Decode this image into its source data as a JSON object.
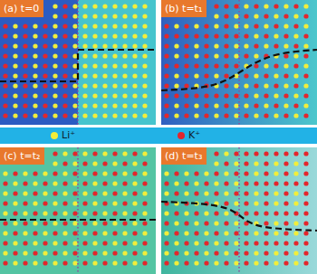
{
  "diagram": {
    "nodes": [
      {
        "text": [
          "(a) t=0"
        ]
      },
      {
        "text": [
          "(b) t=t₁"
        ]
      },
      {
        "text": [
          "(c) t=t₂"
        ]
      },
      {
        "text": [
          "(d) t=t₃"
        ]
      }
    ],
    "legend": [
      {
        "text": "Li⁺",
        "color": "#f2ee3a"
      },
      {
        "text": "K⁺",
        "color": "#e3262c"
      }
    ]
  }
}
